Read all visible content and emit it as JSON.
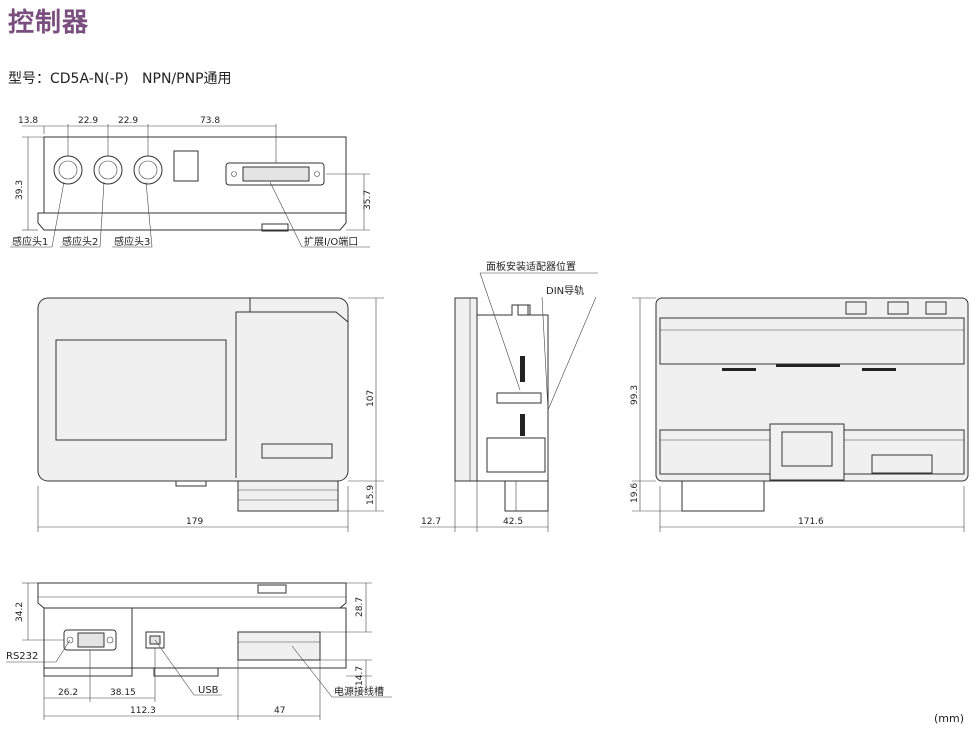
{
  "title": "控制器",
  "model": {
    "prefix": "型号：",
    "name": "CD5A-N(-P)",
    "spacer": "   ",
    "compat": "NPN/PNP通用"
  },
  "units": "(mm)",
  "top_view": {
    "dims": [
      "13.8",
      "22.9",
      "22.9",
      "73.8",
      "39.3",
      "35.7"
    ],
    "labels": [
      "感应头1",
      "感应头2",
      "感应头3",
      "扩展I/O端口"
    ]
  },
  "front_view": {
    "dims": [
      "107",
      "15.9",
      "179"
    ]
  },
  "side_view": {
    "labels": [
      "面板安装适配器位置",
      "DIN导轨"
    ],
    "dims": [
      "12.7",
      "42.5"
    ]
  },
  "rear_view": {
    "dims": [
      "99.3",
      "19.6",
      "171.6"
    ]
  },
  "bottom_view": {
    "dims": [
      "34.2",
      "28.7",
      "14.7",
      "26.2",
      "38.15",
      "112.3",
      "47"
    ],
    "labels": [
      "RS232",
      "USB",
      "电源接线槽"
    ]
  }
}
